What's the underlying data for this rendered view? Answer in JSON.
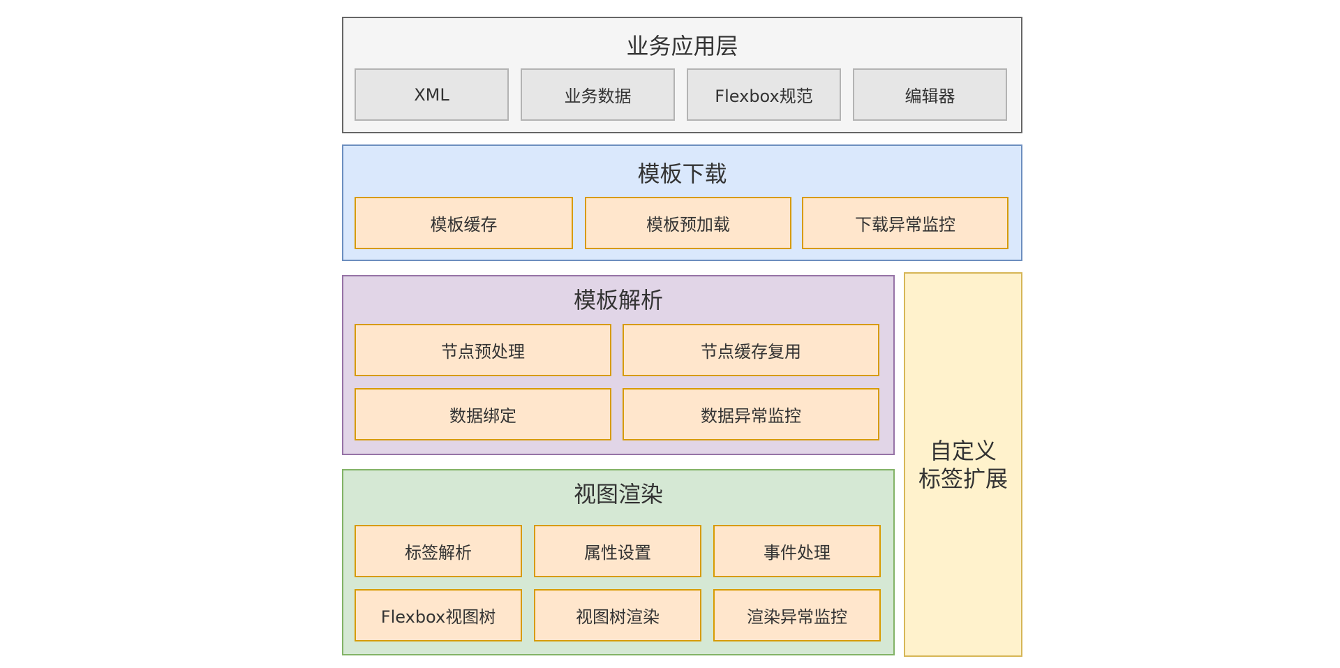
{
  "business_layer": {
    "title": "业务应用层",
    "items": [
      "XML",
      "业务数据",
      "Flexbox规范",
      "编辑器"
    ]
  },
  "download_layer": {
    "title": "模板下载",
    "items": [
      "模板缓存",
      "模板预加载",
      "下载异常监控"
    ]
  },
  "parse_layer": {
    "title": "模板解析",
    "items": [
      "节点预处理",
      "节点缓存复用",
      "数据绑定",
      "数据异常监控"
    ]
  },
  "render_layer": {
    "title": "视图渲染",
    "items": [
      "标签解析",
      "属性设置",
      "事件处理",
      "Flexbox视图树",
      "视图树渲染",
      "渲染异常监控"
    ]
  },
  "custom_extension": {
    "line1": "自定义",
    "line2": "标签扩展"
  }
}
